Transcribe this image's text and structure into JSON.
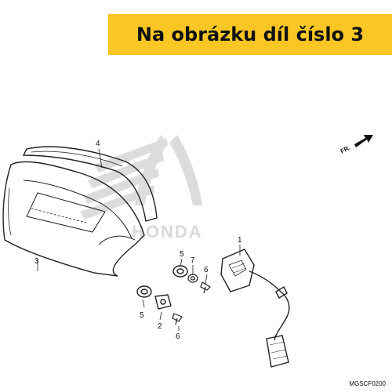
{
  "banner": {
    "text": "Na obrázku díl číslo 3",
    "background": "#f9c623"
  },
  "watermark": {
    "text": "HONDA",
    "color": "#d9d9d9"
  },
  "direction_marker": {
    "text": "FR.",
    "icon": "arrow-right-icon"
  },
  "callouts": [
    "1",
    "2",
    "3",
    "4",
    "5",
    "5",
    "6",
    "6",
    "7"
  ],
  "diagram_code": "MGSCF0200"
}
